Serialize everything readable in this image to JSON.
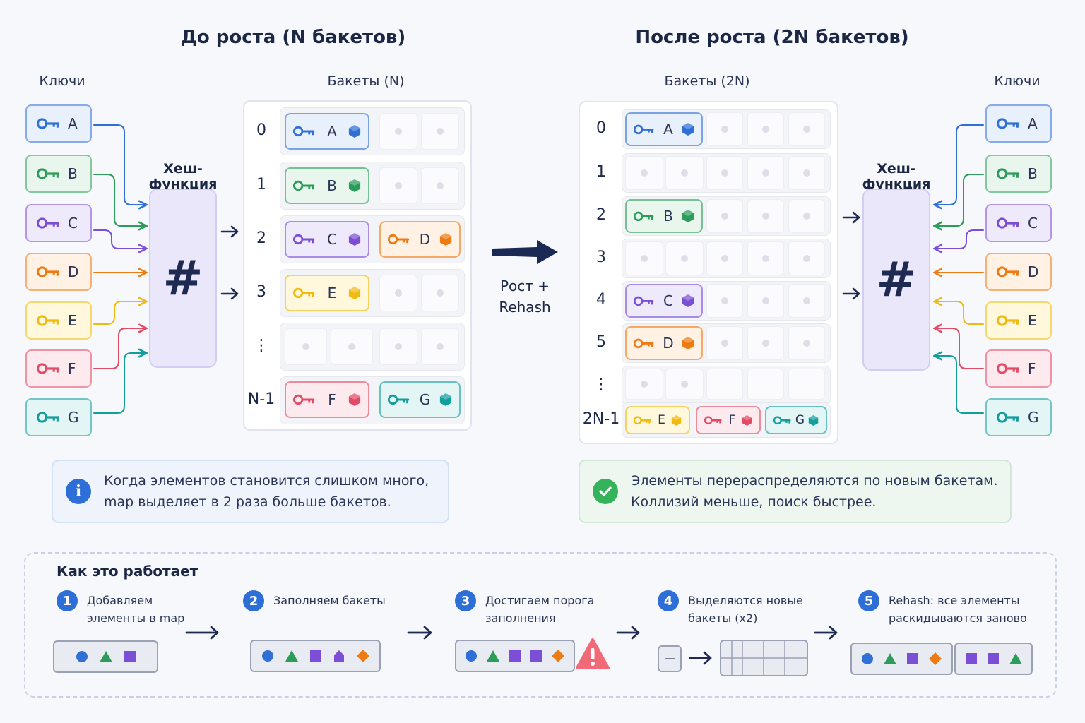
{
  "left": {
    "title": "До роста (N бакетов)",
    "keys_label": "Ключи",
    "buckets_label": "Бакеты (N)",
    "hash_label": "Хеш-функция",
    "hash_symbol": "#",
    "indices": [
      "0",
      "1",
      "2",
      "3",
      "⋮",
      "N-1"
    ]
  },
  "right": {
    "title": "После роста (2N бакетов)",
    "keys_label": "Ключи",
    "buckets_label": "Бакеты (2N)",
    "hash_label": "Хеш-функция",
    "hash_symbol": "#",
    "indices": [
      "0",
      "1",
      "2",
      "3",
      "4",
      "5",
      "⋮",
      "2N-1"
    ]
  },
  "keys": [
    "A",
    "B",
    "C",
    "D",
    "E",
    "F",
    "G"
  ],
  "key_colors": {
    "A": "#2f6fd6",
    "B": "#2c9c5a",
    "C": "#7a4fd6",
    "D": "#f07a12",
    "E": "#f2b90f",
    "F": "#e34a66",
    "G": "#139e9e"
  },
  "middle": {
    "line1": "Рост +",
    "line2": "Rehash"
  },
  "notes": {
    "left_line1": "Когда элементов становится слишком много,",
    "left_line2": "map выделяет в 2 раза больше бакетов.",
    "left_icon": "info-icon",
    "right_line1": "Элементы перераспределяются по новым бакетам.",
    "right_line2": "Коллизий меньше, поиск быстрее.",
    "right_icon": "check-circle-icon"
  },
  "how": {
    "title": "Как это работает",
    "steps": [
      {
        "num": "1",
        "line1": "Добавляем",
        "line2": "элементы в map"
      },
      {
        "num": "2",
        "line1": "Заполняем бакеты",
        "line2": ""
      },
      {
        "num": "3",
        "line1": "Достигаем порога",
        "line2": "заполнения"
      },
      {
        "num": "4",
        "line1": "Выделяются новые",
        "line2": "бакеты (x2)"
      },
      {
        "num": "5",
        "line1": "Rehash: все элементы",
        "line2": "раскидываются заново"
      }
    ]
  }
}
